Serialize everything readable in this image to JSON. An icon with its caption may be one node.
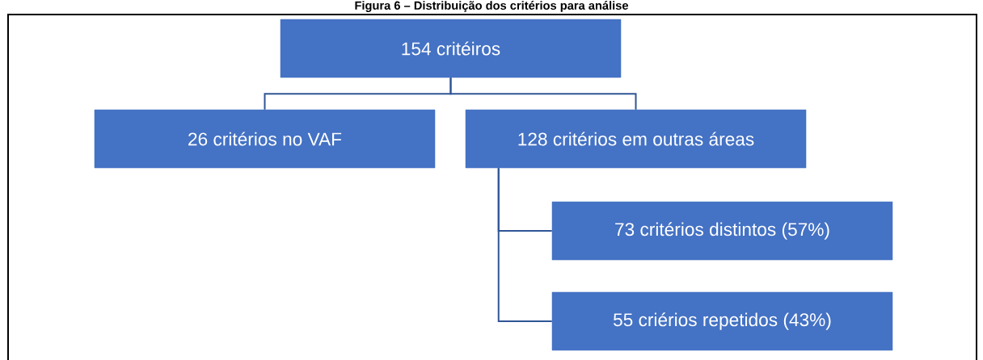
{
  "diagram": {
    "title": "Figura 6 – Distribuição dos critérios para análise",
    "nodes": [
      {
        "text": [
          "154 critéiros"
        ]
      },
      {
        "text": [
          "26 critérios no VAF"
        ]
      },
      {
        "text": [
          "128 critérios em outras áreas"
        ]
      },
      {
        "text": [
          "73 critérios distintos (57%)"
        ]
      },
      {
        "text": [
          "55 criérios repetidos (43%)"
        ]
      }
    ],
    "edges": [
      {
        "from": 0,
        "to": 1,
        "arrow": "none"
      },
      {
        "from": 0,
        "to": 2,
        "arrow": "none"
      },
      {
        "from": 2,
        "to": 3,
        "arrow": "none"
      },
      {
        "from": 2,
        "to": 4,
        "arrow": "none"
      }
    ]
  }
}
